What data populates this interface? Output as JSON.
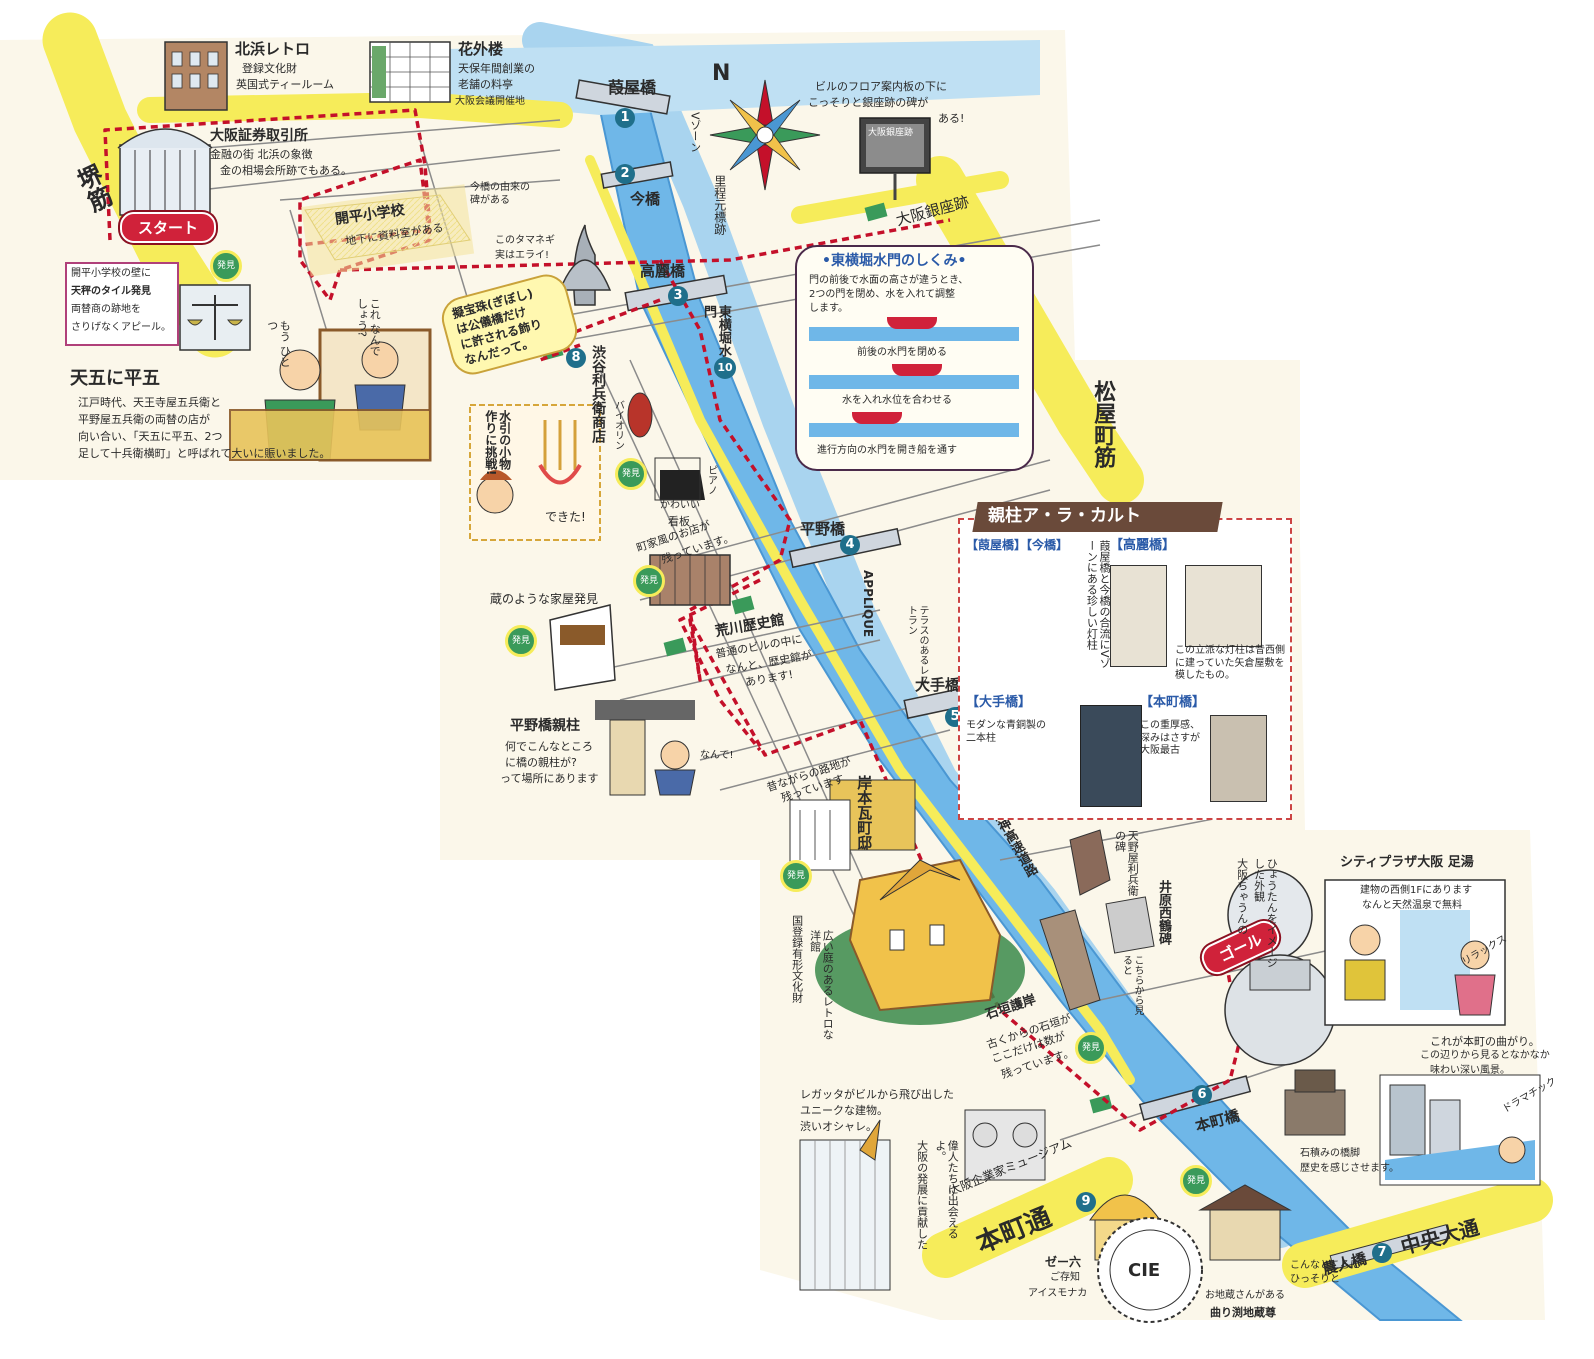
{
  "colors": {
    "road": "#f6ec5a",
    "road_edge": "#d6c23a",
    "river": "#6fb7e8",
    "river_dark": "#4a97d3",
    "route": "#c4102a",
    "marker": "#1f6f8b",
    "start_pill": "#d0223a",
    "park": "#3a9a5a",
    "highway": "#9fcbe8"
  },
  "streets": {
    "sakaisuji": "堺筋",
    "matsuyamachi": "松屋町筋",
    "honmachi": "本町通",
    "chuo": "中央大通",
    "ginza": "大阪銀座跡"
  },
  "route_labels": {
    "start": "スタート",
    "goal": "ゴール"
  },
  "bridges": [
    {
      "num": "1",
      "name": "葭屋橋"
    },
    {
      "num": "2",
      "name": "今橋"
    },
    {
      "num": "3",
      "name": "高麗橋"
    },
    {
      "num": "4",
      "name": "平野橋"
    },
    {
      "num": "5",
      "name": "大手橋"
    },
    {
      "num": "6",
      "name": "本町橋"
    },
    {
      "num": "7",
      "name": "農人橋"
    }
  ],
  "spots": [
    {
      "num": "8",
      "name": "渋谷利兵衛商店"
    },
    {
      "num": "9",
      "name": "大阪企業家ミュージアム"
    },
    {
      "num": "10",
      "name": "東横堀水門"
    }
  ],
  "landmarks": {
    "kitahama_retro": {
      "title": "北浜レトロ",
      "desc1": "登録文化財",
      "desc2": "英国式ティールーム"
    },
    "kagaikan": {
      "title": "花外楼",
      "desc1": "天保年間創業の",
      "desc2": "老舗の料亭",
      "note": "大阪会議開催地"
    },
    "ose": {
      "title": "大阪証券取引所",
      "desc1": "金融の街 北浜の象徴",
      "desc2": "金の相場会所跡でもある。"
    },
    "kaihei": {
      "line1": "開平小学校",
      "line2": "地下に資料室がある"
    },
    "imabashi_stone": "今橋の由来の碑がある",
    "vline": "Vゾーン",
    "ginza_note1": "ビルのフロア案内板の下に",
    "ginza_note2": "こっそりと銀座跡の碑が",
    "ginza_note3": "ある!",
    "ginza_stone": "大阪銀座跡",
    "riteimoto": "里程元標跡",
    "giboshi_q": "このタマネギ",
    "giboshi_q2": "実はエライ!",
    "giboshi1": "擬宝珠(ぎぼし)",
    "giboshi2": "は公儀橋だけ",
    "giboshi3": "に許される飾り",
    "giboshi4": "なんだって。",
    "tenjin1": "開平小学校の壁に",
    "tenjin2": "天秤のタイル発見",
    "tenjin3": "両替商の跡地を",
    "tenjin4": "さりげなくアピール。",
    "tengo_title": "天五に平五",
    "tengo1": "江戸時代、天王寺屋五兵衛と",
    "tengo2": "平野屋五兵衛の両替の店が",
    "tengo3": "向い合い、「天五に平五、2つ",
    "tengo4": "足して十兵衛横町」と呼ばれて大いに賑いました。",
    "kore": "これ なんで しょう?",
    "hitotsu": "もう ひとつ",
    "mizuhiki1": "水引の",
    "mizuhiki2": "小物作り",
    "mizuhiki3": "に挑戦!",
    "dekita": "できた!",
    "violin": "バイオリン",
    "kawaii": "かわいい",
    "kanban": "看板",
    "piano": "ピアノ",
    "machiya1": "町家風のお店が",
    "machiya2": "残っています。",
    "kura": "蔵のような家屋発見",
    "arakawa1": "荒川歴史館",
    "arakawa2": "普通のビルの中に",
    "arakawa3": "なんと、歴史館が",
    "arakawa4": "あります!",
    "hiranobashi_title": "平野橋親柱",
    "hiranobashi1": "何でこんなところ",
    "hiranobashi2": "に橋の親柱が?",
    "hiranobashi3": "って場所にあります",
    "nande": "なんで!",
    "applique": "APPLIQUE",
    "terrace": "テラスのある",
    "restaurant": "レストラン",
    "kishimoto": "岸本瓦町邸",
    "mukashi1": "昔ながらの路地が",
    "mukashi2": "残っています",
    "youkan1": "国登録有形文化財",
    "youkan2": "広い庭のある",
    "youkan3": "レトロな",
    "youkan4": "洋館",
    "hanshin": "阪神高速道路",
    "tennoji_stone": "天野屋利兵衛",
    "tennoji_stone2": "の碑",
    "ihara": "井原西鶴碑",
    "ishigaki_title": "石垣護岸",
    "ishigaki1": "古くからの石垣が",
    "ishigaki2": "ここだけは数が",
    "ishigaki3": "残っています。",
    "kochira": "こちらから見ると",
    "otaru1": "大阪ちゃうんの",
    "otaru2": "ひょうたんをイメージした外観",
    "ashiyu_title": "シティプラザ大阪 足湯",
    "ashiyu1": "建物の西側1Fにあります",
    "ashiyu2": "なんと天然温泉で無料",
    "relax": "リラックス",
    "magari1": "これが本町の曲がり。",
    "magari2": "この辺りから見るとなかなか",
    "magari3": "味わい深い風景。",
    "drama": "ドラマチック",
    "kyakuhashi1": "石積みの橋脚",
    "kyakuhashi2": "歴史を感じさせます。",
    "regatta1": "レガッタがビルから飛び出した",
    "regatta2": "ユニークな建物。",
    "regatta3": "渋いオシャレ。",
    "kigyouka1": "大阪の発展に貢献した",
    "kigyouka2": "偉人たちに",
    "kigyouka3": "出会えるよ。",
    "jizo1": "こんなところに",
    "jizo2": "ひっそりと",
    "jizo3": "お地蔵さんがある",
    "jizo4": "曲り渕地蔵尊",
    "zeroku1": "ゼー六",
    "zeroku2": "ご存知",
    "zeroku3": "アイスモナカ"
  },
  "discovery_label": "発見",
  "suimon_panel": {
    "title": "•東横堀水門のしくみ•",
    "intro1": "門の前後で水面の高さが違うとき、",
    "intro2": "2つの門を閉め、水を入れて調整",
    "intro3": "します。",
    "step1": "前後の水門を閉める",
    "step2": "水を入れ水位を合わせる",
    "step3": "進行方向の水門を開き船を通す"
  },
  "oyabashira_panel": {
    "title": "親柱ア・ラ・カルト",
    "yoshiya_imabashi": "【葭屋橋】【今橋】",
    "yoshiya_desc": "葭屋橋と今橋の合流にVゾーンにある珍しい灯柱",
    "koraibashi": "【高麗橋】",
    "koraibashi_desc": "この立派な灯柱は昔西側に建っていた矢倉屋敷を模したもの。",
    "otebashi": "【大手橋】",
    "otebashi_desc": "モダンな青銅製の二本柱",
    "honmachibashi": "【本町橋】",
    "honmachibashi_desc": "この重厚感、深みはさすが大阪最古"
  },
  "stamp_text": "CIE",
  "compass_label": "N"
}
